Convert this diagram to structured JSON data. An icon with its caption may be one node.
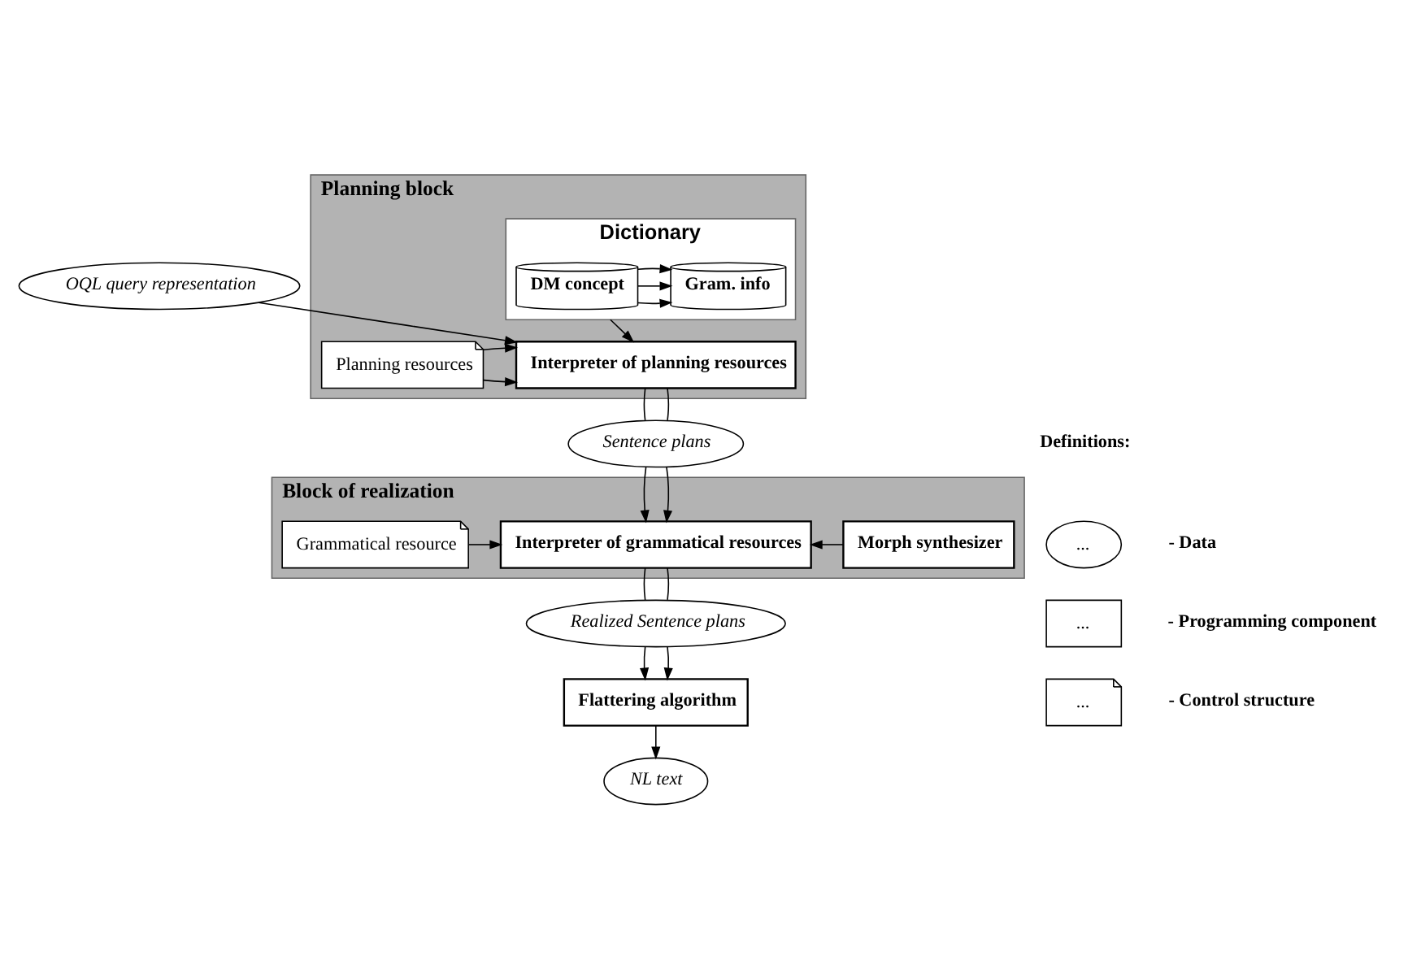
{
  "diagram": {
    "nodes": [
      {
        "text": [
          "OQL query representation"
        ]
      },
      {
        "text": [
          "Planning block"
        ]
      },
      {
        "text": [
          "Planning resources"
        ],
        "in": 1
      },
      {
        "text": [
          "Interpreter of planning resources"
        ],
        "in": 1
      },
      {
        "text": [
          "Dictionary"
        ],
        "in": 1
      },
      {
        "text": [
          "DM concept"
        ],
        "in": 4
      },
      {
        "text": [
          "Gram. info"
        ],
        "in": 4
      },
      {
        "text": [
          "Sentence plans"
        ]
      },
      {
        "text": [
          "Block of realization"
        ]
      },
      {
        "text": [
          "Grammatical resource"
        ],
        "in": 8
      },
      {
        "text": [
          "Interpreter of grammatical resources"
        ],
        "in": 8
      },
      {
        "text": [
          "Morph synthesizer"
        ],
        "in": 8
      },
      {
        "text": [
          "Realized Sentence plans"
        ]
      },
      {
        "text": [
          "Flattering algorithm"
        ]
      },
      {
        "text": [
          "NL text"
        ]
      }
    ],
    "edges": [
      {
        "from": 0,
        "to": 3,
        "arrow": "to"
      },
      {
        "from": 2,
        "to": 3,
        "arrow": "to"
      },
      {
        "from": 2,
        "to": 3,
        "arrow": "to"
      },
      {
        "from": 4,
        "to": 3,
        "arrow": "to"
      },
      {
        "from": 5,
        "to": 6,
        "arrow": "to"
      },
      {
        "from": 5,
        "to": 6,
        "arrow": "to"
      },
      {
        "from": 5,
        "to": 6,
        "arrow": "to"
      },
      {
        "from": 3,
        "to": 7,
        "arrow": "none"
      },
      {
        "from": 3,
        "to": 7,
        "arrow": "none"
      },
      {
        "from": 7,
        "to": 10,
        "arrow": "to"
      },
      {
        "from": 7,
        "to": 10,
        "arrow": "to"
      },
      {
        "from": 9,
        "to": 10,
        "arrow": "to"
      },
      {
        "from": 11,
        "to": 10,
        "arrow": "to"
      },
      {
        "from": 10,
        "to": 12,
        "arrow": "none"
      },
      {
        "from": 10,
        "to": 12,
        "arrow": "none"
      },
      {
        "from": 12,
        "to": 13,
        "arrow": "to"
      },
      {
        "from": 12,
        "to": 13,
        "arrow": "to"
      },
      {
        "from": 13,
        "to": 14,
        "arrow": "to"
      }
    ],
    "labels": [
      "Definitions:",
      "...",
      "...",
      "..."
    ],
    "legend": [
      {
        "text": "- Data"
      },
      {
        "text": "- Programming component"
      },
      {
        "text": "- Control structure"
      }
    ]
  }
}
